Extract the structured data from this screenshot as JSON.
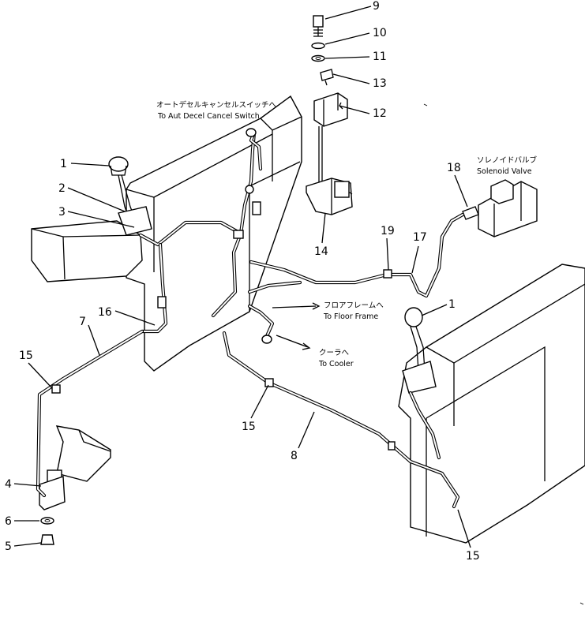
{
  "notes": {
    "switch_jp": "オートデセルキャンセルスイッチへ",
    "switch_en": "To Aut Decel Cancel Switch",
    "valve_jp": "ソレノイドバルブ",
    "valve_en": "Solenoid Valve",
    "floor_jp": "フロアフレームへ",
    "floor_en": "To Floor Frame",
    "cooler_jp": "クーラへ",
    "cooler_en": "To Cooler"
  },
  "callouts": {
    "c1a": "1",
    "c1b": "1",
    "c2": "2",
    "c3": "3",
    "c4": "4",
    "c5": "5",
    "c6": "6",
    "c7": "7",
    "c8": "8",
    "c9": "9",
    "c10": "10",
    "c11": "11",
    "c12": "12",
    "c13": "13",
    "c14": "14",
    "c15a": "15",
    "c15b": "15",
    "c15c": "15",
    "c16": "16",
    "c17": "17",
    "c18": "18",
    "c19": "19"
  }
}
